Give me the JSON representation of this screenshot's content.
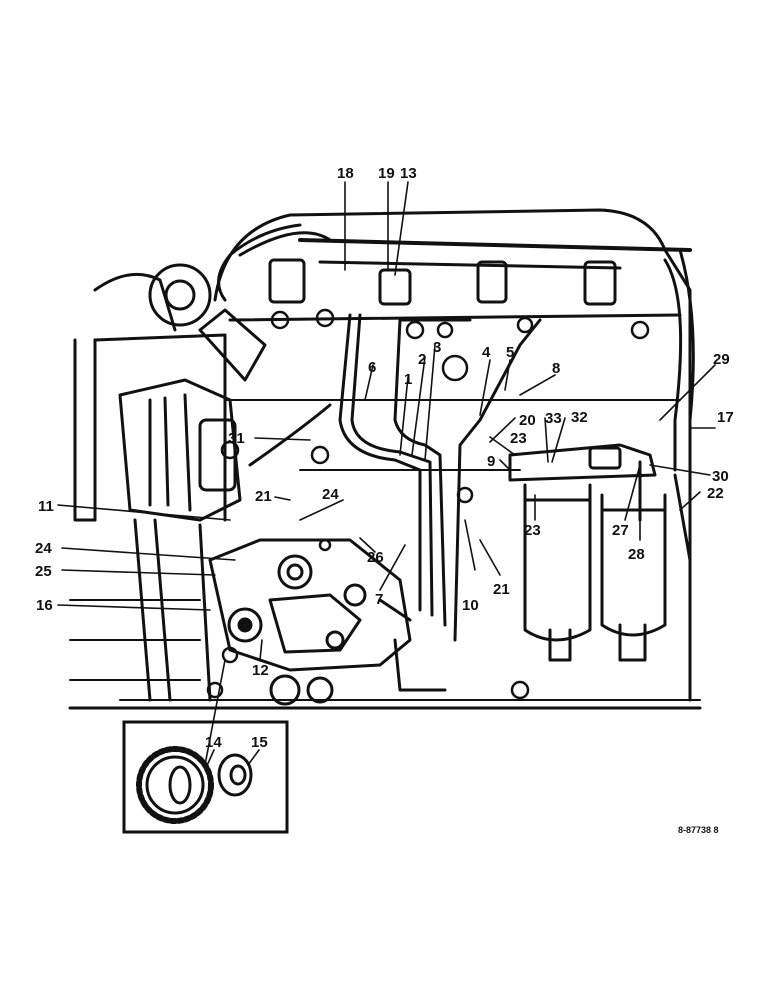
{
  "diagram": {
    "reference_code": "8-87738 8",
    "callouts": [
      "18",
      "19",
      "13",
      "3",
      "2",
      "1",
      "4",
      "5",
      "8",
      "6",
      "29",
      "17",
      "20",
      "33",
      "32",
      "23",
      "9",
      "30",
      "22",
      "31",
      "21",
      "24",
      "11",
      "24",
      "25",
      "16",
      "12",
      "26",
      "7",
      "10",
      "21",
      "23",
      "27",
      "28",
      "14",
      "15"
    ]
  }
}
